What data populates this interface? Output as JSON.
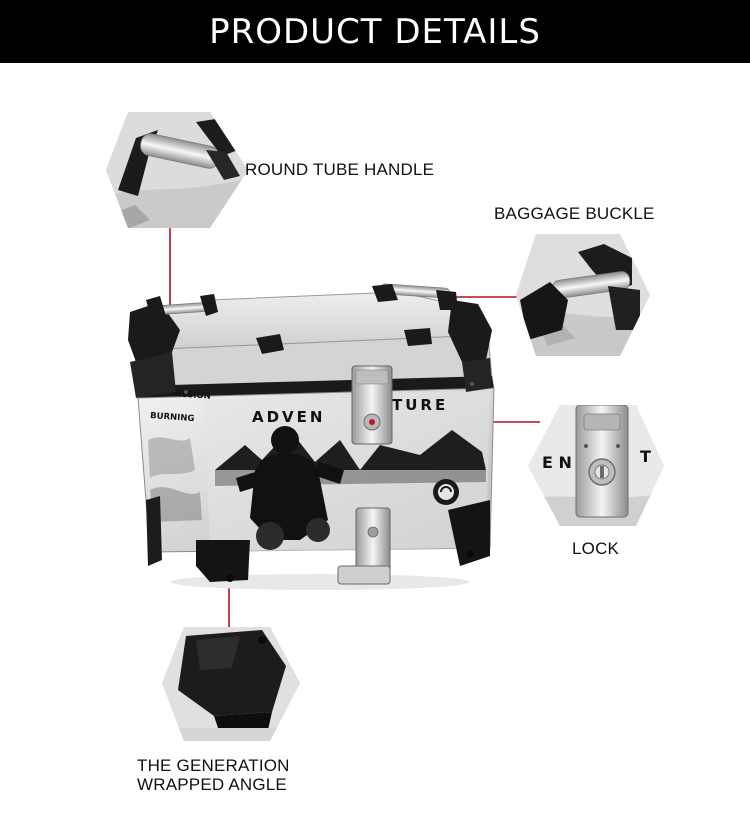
{
  "header": {
    "title": "PRODUCT DETAILS"
  },
  "colors": {
    "header_bg": "#000000",
    "header_text": "#ffffff",
    "leader_line": "#b11226",
    "accent_red": "#c0182a"
  },
  "callouts": {
    "handle": "ROUND TUBE HANDLE",
    "buckle": "BAGGAGE BUCKLE",
    "lock": "LOCK",
    "angle_line1": "THE GENERATION",
    "angle_line2": "WRAPPED ANGLE"
  },
  "box": {
    "slogan_line1": "KEEP PASSION",
    "slogan_line2": "BURNING",
    "brand_left": "ADVEN",
    "brand_right": "TURE"
  },
  "lock_detail": {
    "letters_left": "E N",
    "letters_right": "T"
  }
}
